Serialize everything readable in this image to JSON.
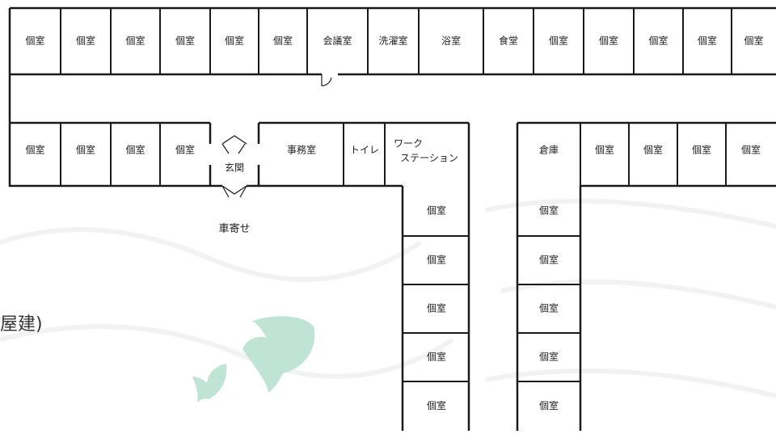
{
  "rooms": {
    "top_row": [
      "個室",
      "個室",
      "個室",
      "個室",
      "個室",
      "個室",
      "会議室",
      "洗濯室",
      "浴室",
      "食堂",
      "個室",
      "個室",
      "個室",
      "個室",
      "個室"
    ],
    "left_row": [
      "個室",
      "個室",
      "個室",
      "個室"
    ],
    "entrance": "玄関",
    "office": "事務室",
    "toilet": "トイレ",
    "workstation_line1": "ワーク",
    "workstation_line2": "ステーション",
    "storage": "倉庫",
    "right_row": [
      "個室",
      "個室",
      "個室",
      "個室"
    ],
    "wing_left": [
      "個室",
      "個室",
      "個室",
      "個室",
      "個室"
    ],
    "wing_right": [
      "個室",
      "個室",
      "個室",
      "個室",
      "個室"
    ]
  },
  "car_porch": "車寄せ",
  "caption_fragment": "屋建)",
  "colors": {
    "wall": "#1a1a1a",
    "text": "#222222",
    "bird": "#bfe3d4",
    "door_gap": "#9a9a9a",
    "background": "#ffffff"
  },
  "icons": [
    "bird-large-icon",
    "bird-small-icon"
  ]
}
